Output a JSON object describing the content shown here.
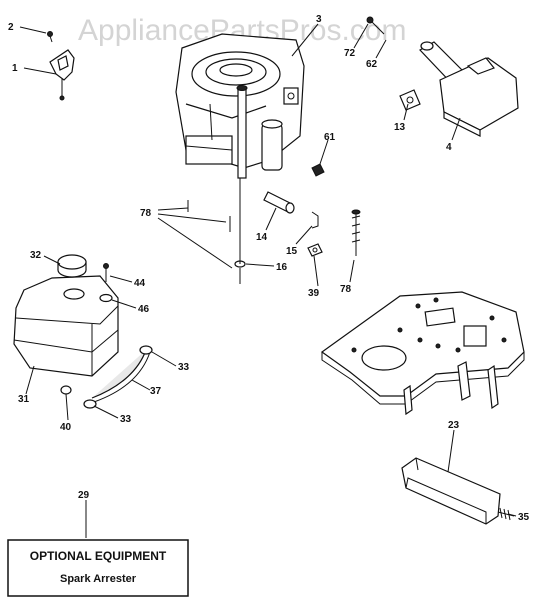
{
  "watermark": "AppliancePartsPros.com",
  "callouts": {
    "c1": "1",
    "c2": "2",
    "c3": "3",
    "c4": "4",
    "c13": "13",
    "c14": "14",
    "c15": "15",
    "c16": "16",
    "c23": "23",
    "c29": "29",
    "c31": "31",
    "c32": "32",
    "c33a": "33",
    "c33b": "33",
    "c35": "35",
    "c37": "37",
    "c39": "39",
    "c40": "40",
    "c44": "44",
    "c46": "46",
    "c61": "61",
    "c62": "62",
    "c72": "72",
    "c78a": "78",
    "c78b": "78"
  },
  "optional_box": {
    "title": "OPTIONAL EQUIPMENT",
    "subtitle": "Spark Arrester"
  }
}
